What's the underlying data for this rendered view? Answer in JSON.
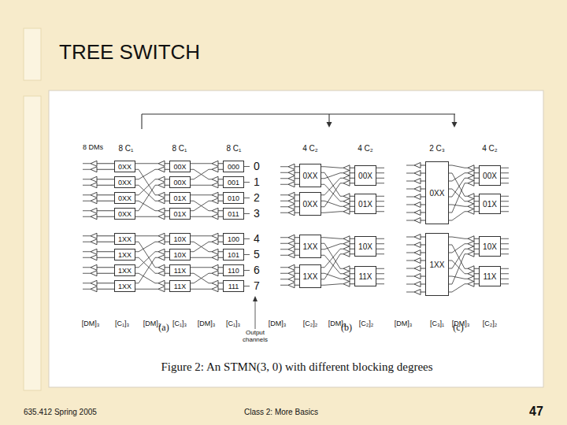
{
  "diagram": {
    "title": "TREE SWITCH",
    "caption": "Figure 2: An STMN(3, 0) with different blocking degrees",
    "nodes": [
      {
        "text": [
          "0XX"
        ]
      },
      {
        "text": [
          "0XX"
        ]
      },
      {
        "text": [
          "0XX"
        ]
      },
      {
        "text": [
          "0XX"
        ]
      },
      {
        "text": [
          "1XX"
        ]
      },
      {
        "text": [
          "1XX"
        ]
      },
      {
        "text": [
          "1XX"
        ]
      },
      {
        "text": [
          "1XX"
        ]
      },
      {
        "text": [
          "00X"
        ]
      },
      {
        "text": [
          "00X"
        ]
      },
      {
        "text": [
          "01X"
        ]
      },
      {
        "text": [
          "01X"
        ]
      },
      {
        "text": [
          "10X"
        ]
      },
      {
        "text": [
          "10X"
        ]
      },
      {
        "text": [
          "11X"
        ]
      },
      {
        "text": [
          "11X"
        ]
      },
      {
        "text": [
          "000"
        ]
      },
      {
        "text": [
          "001"
        ]
      },
      {
        "text": [
          "010"
        ]
      },
      {
        "text": [
          "011"
        ]
      },
      {
        "text": [
          "100"
        ]
      },
      {
        "text": [
          "101"
        ]
      },
      {
        "text": [
          "110"
        ]
      },
      {
        "text": [
          "111"
        ]
      },
      {
        "text": [
          "0XX"
        ]
      },
      {
        "text": [
          "0XX"
        ]
      },
      {
        "text": [
          "1XX"
        ]
      },
      {
        "text": [
          "1XX"
        ]
      },
      {
        "text": [
          "00X"
        ]
      },
      {
        "text": [
          "01X"
        ]
      },
      {
        "text": [
          "10X"
        ]
      },
      {
        "text": [
          "11X"
        ]
      },
      {
        "text": [
          "0XX"
        ]
      },
      {
        "text": [
          "1XX"
        ]
      },
      {
        "text": [
          "00X"
        ]
      },
      {
        "text": [
          "01X"
        ]
      },
      {
        "text": [
          "10X"
        ]
      },
      {
        "text": [
          "11X"
        ]
      }
    ],
    "labels": [
      "8 DMs",
      "8 C₁",
      "8 C₁",
      "8 C₁",
      "4 C₂",
      "4 C₂",
      "2 C₃",
      "4 C₂",
      "0",
      "1",
      "2",
      "3",
      "4",
      "5",
      "6",
      "7",
      "[DM]₃",
      "[C₁]₃",
      "[DM]₃",
      "[C₁]₃",
      "[DM]₃",
      "[C₁]₃",
      "Output channels",
      "[DM]₃",
      "[C₂]₂",
      "[DM]₃",
      "[C₂]₂",
      "[DM]₃",
      "[C₃]₁",
      "[DM]₃",
      "[C₂]₂",
      "(a)",
      "(b)",
      "(c)",
      "635.412 Spring 2005",
      "Class 2: More Basics",
      "47"
    ]
  }
}
